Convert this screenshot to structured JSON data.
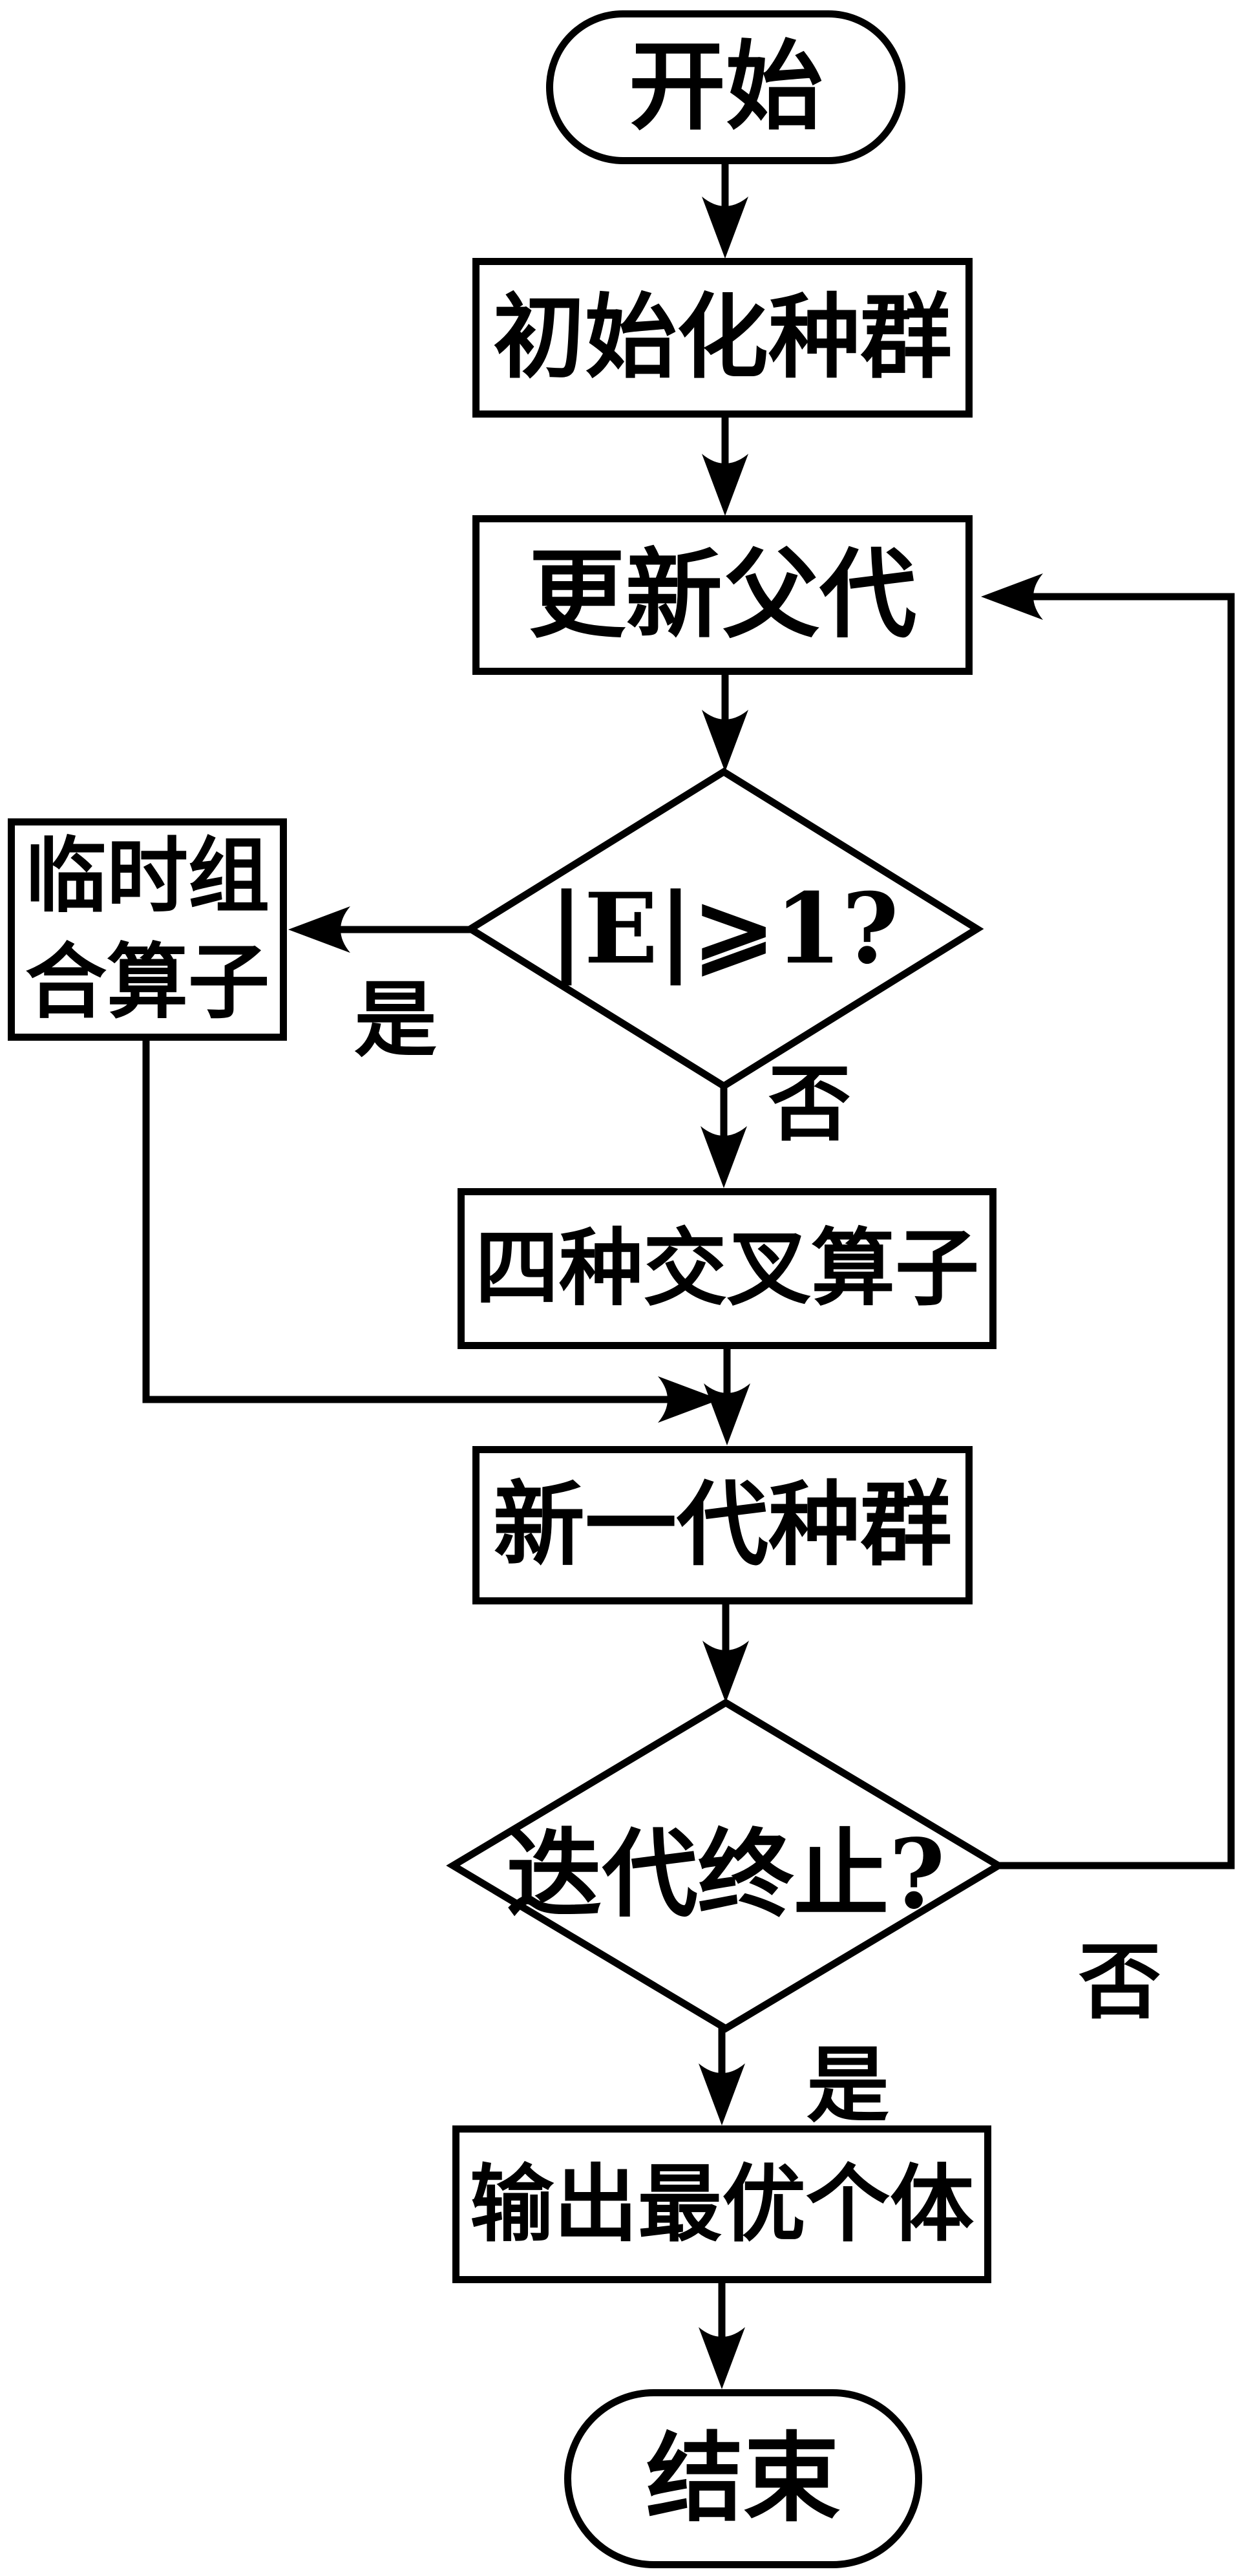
{
  "diagram": {
    "type": "flowchart",
    "background_color": "#ffffff",
    "stroke_color": "#000000",
    "nodes": [
      {
        "id": "start",
        "type": "terminal",
        "label": "开始"
      },
      {
        "id": "init-population",
        "type": "process",
        "label": "初始化种群"
      },
      {
        "id": "update-parents",
        "type": "process",
        "label": "更新父代"
      },
      {
        "id": "e-size-check",
        "type": "decision",
        "label": "|E|⩾1?"
      },
      {
        "id": "temp-combination-operator",
        "type": "process",
        "label": "临时组合算子"
      },
      {
        "id": "four-crossover-operators",
        "type": "process",
        "label": "四种交叉算子"
      },
      {
        "id": "new-generation",
        "type": "process",
        "label": "新一代种群"
      },
      {
        "id": "iteration-terminate-check",
        "type": "decision",
        "label": "迭代终止?"
      },
      {
        "id": "output-best-individual",
        "type": "process",
        "label": "输出最优个体"
      },
      {
        "id": "end",
        "type": "terminal",
        "label": "结束"
      }
    ],
    "edges": [
      {
        "from": "start",
        "to": "init-population",
        "label": ""
      },
      {
        "from": "init-population",
        "to": "update-parents",
        "label": ""
      },
      {
        "from": "update-parents",
        "to": "e-size-check",
        "label": ""
      },
      {
        "from": "e-size-check",
        "to": "temp-combination-operator",
        "label": "是"
      },
      {
        "from": "e-size-check",
        "to": "four-crossover-operators",
        "label": "否"
      },
      {
        "from": "four-crossover-operators",
        "to": "new-generation",
        "label": ""
      },
      {
        "from": "temp-combination-operator",
        "to": "new-generation",
        "label": ""
      },
      {
        "from": "new-generation",
        "to": "iteration-terminate-check",
        "label": ""
      },
      {
        "from": "iteration-terminate-check",
        "to": "update-parents",
        "label": "否"
      },
      {
        "from": "iteration-terminate-check",
        "to": "output-best-individual",
        "label": "是"
      },
      {
        "from": "output-best-individual",
        "to": "end",
        "label": ""
      }
    ]
  }
}
